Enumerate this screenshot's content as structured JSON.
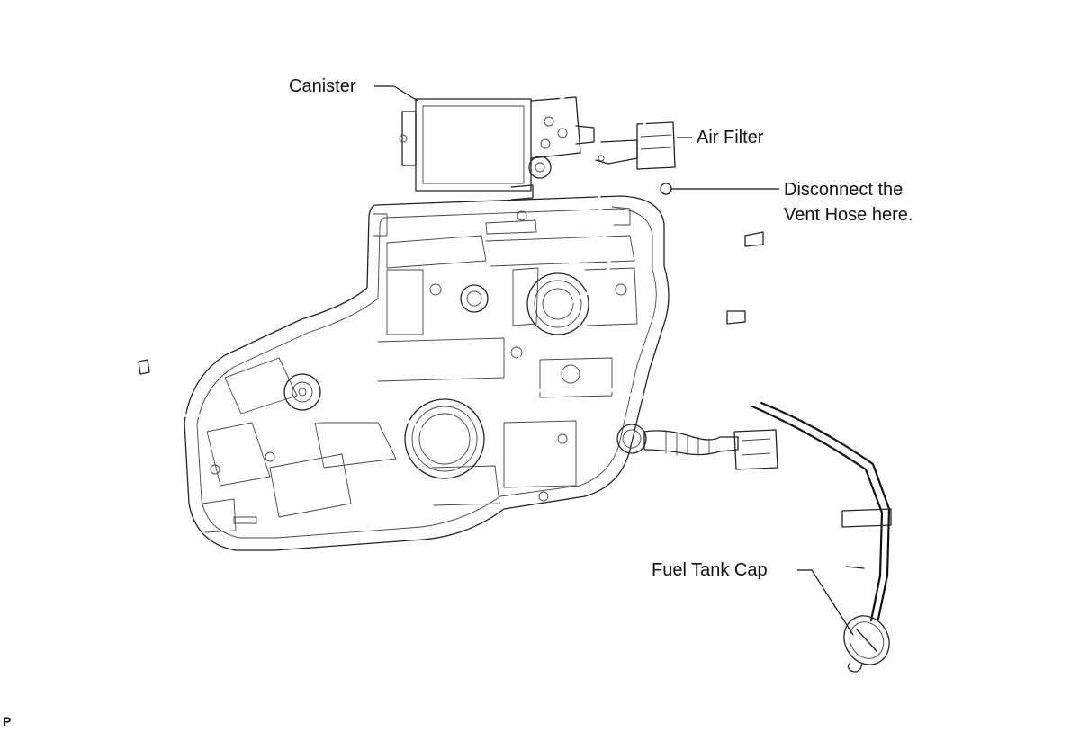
{
  "labels": {
    "canister": "Canister",
    "air_filter": "Air Filter",
    "disconnect_line1": "Disconnect the",
    "disconnect_line2": "Vent Hose here.",
    "fuel_tank_cap": "Fuel Tank Cap"
  },
  "footer_code": "P",
  "colors": {
    "line": "#222222",
    "background": "#ffffff"
  }
}
